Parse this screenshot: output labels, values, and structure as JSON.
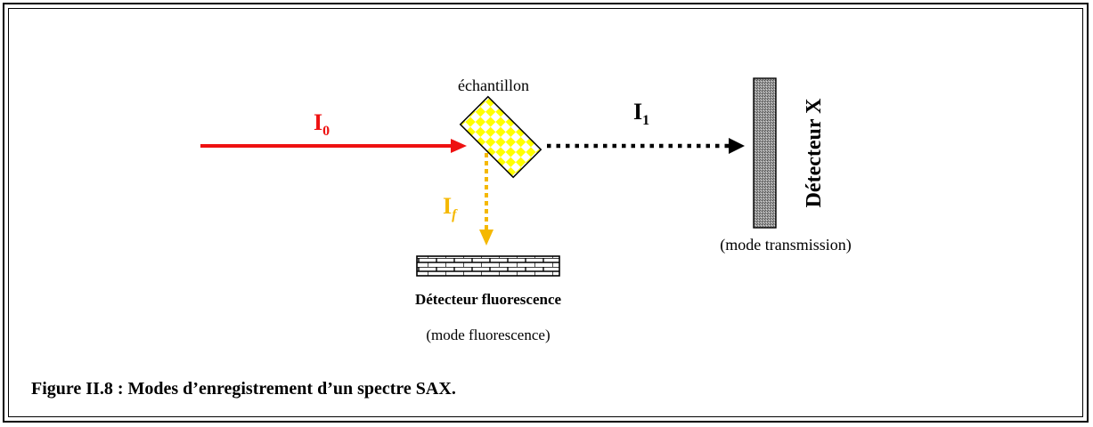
{
  "labels": {
    "sample": "échantillon",
    "i0": "I",
    "i0_sub": "0",
    "i1": "I",
    "i1_sub": "1",
    "if": "I",
    "if_sub": "f",
    "detector_x": "Détecteur X",
    "mode_transmission": "(mode transmission)",
    "detector_fluo": "Détecteur fluorescence",
    "mode_fluo": "(mode fluorescence)"
  },
  "caption": "Figure II.8 : Modes d’enregistrement d’un spectre SAX.",
  "colors": {
    "incident": "#ee1111",
    "fluorescence": "#f5b800",
    "transmitted": "#000000",
    "sample_check": "#ffff00",
    "detector_x_fill": "#8c8c8c"
  }
}
